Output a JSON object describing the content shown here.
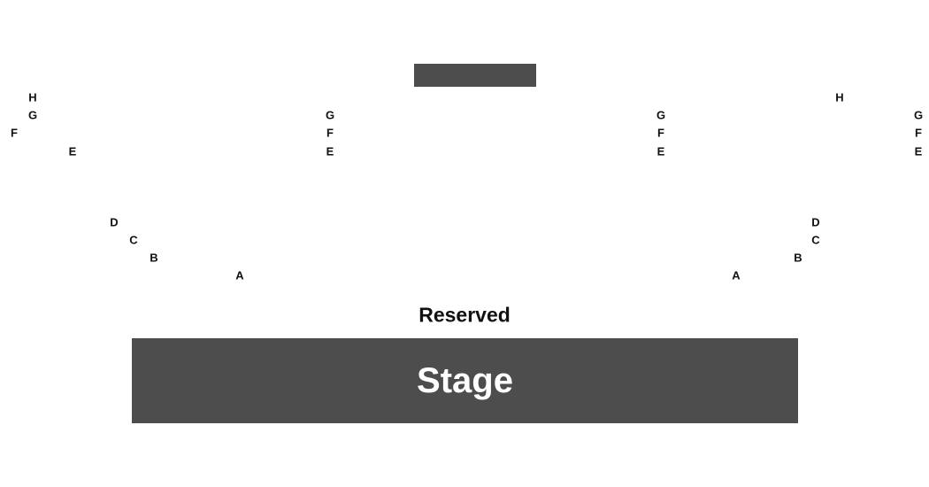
{
  "sections": {
    "far_left": [
      "H",
      "G",
      "F",
      "E"
    ],
    "left": [
      "D",
      "C",
      "B",
      "A"
    ],
    "center_left": [
      "G",
      "F",
      "E"
    ],
    "center_right": [
      "G",
      "F",
      "E"
    ],
    "right": [
      "D",
      "C",
      "B",
      "A"
    ],
    "far_right_h": [
      "H"
    ],
    "far_right": [
      "G",
      "F",
      "E"
    ]
  },
  "reserved_label": "Reserved",
  "stage_label": "Stage",
  "colors": {
    "block": "#4d4d4d",
    "stage_text": "#ffffff",
    "row_text": "#111111",
    "background": "#ffffff"
  }
}
